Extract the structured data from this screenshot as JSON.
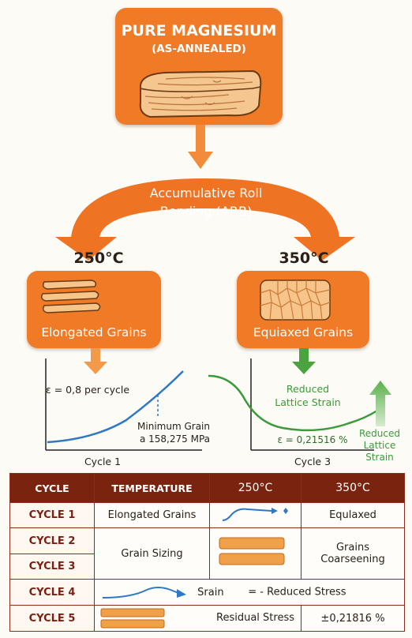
{
  "top_box": {
    "title": "PURE MAGNESIUM",
    "subtitle": "(AS-ANNEALED)"
  },
  "process": {
    "line1": "Accumulative Roll",
    "line2": "Bonding (ARB)"
  },
  "left_branch": {
    "temperature": "250°C",
    "box_label": "Elongated Grains"
  },
  "right_branch": {
    "temperature": "350°C",
    "box_label": "Equiaxed Grains"
  },
  "left_plot": {
    "strain_label": "ε = 0,8 per cycle",
    "min_grain_line1": "Minimum Grain",
    "min_grain_line2": "a 158,275 MPa",
    "x_label": "Cycle 1"
  },
  "right_plot": {
    "reduced_line1": "Reduced",
    "reduced_line2": "Lattice Strain",
    "strain_value": "ε = 0,21516 %",
    "x_label": "Cycle 3",
    "side_line1": "Reduced",
    "side_line2": "Lattice",
    "side_line3": "Strain"
  },
  "colors": {
    "orange": "#f07a26",
    "dark_red": "#7a2410",
    "blue": "#2f78c4",
    "green": "#3b9a3a"
  },
  "table": {
    "headers": [
      "CYCLE",
      "TEMPERATURE",
      "250°C",
      "350°C"
    ],
    "cycles": [
      "CYCLE 1",
      "CYCLE 2",
      "CYCLE 3",
      "CYCLE 4",
      "CYCLE 5"
    ],
    "row1": {
      "temperature": "Elongated Grains",
      "c350": "Equlaxed"
    },
    "row2": {
      "temperature": "Grain Sizing",
      "c350_line1": "Grains",
      "c350_line2": "Coarseening"
    },
    "row3": {
      "strain": "Srain",
      "reduced": "= - Reduced Stress"
    },
    "row4": {
      "residual": "Residual Stress",
      "value": "±0,21816 %"
    }
  }
}
